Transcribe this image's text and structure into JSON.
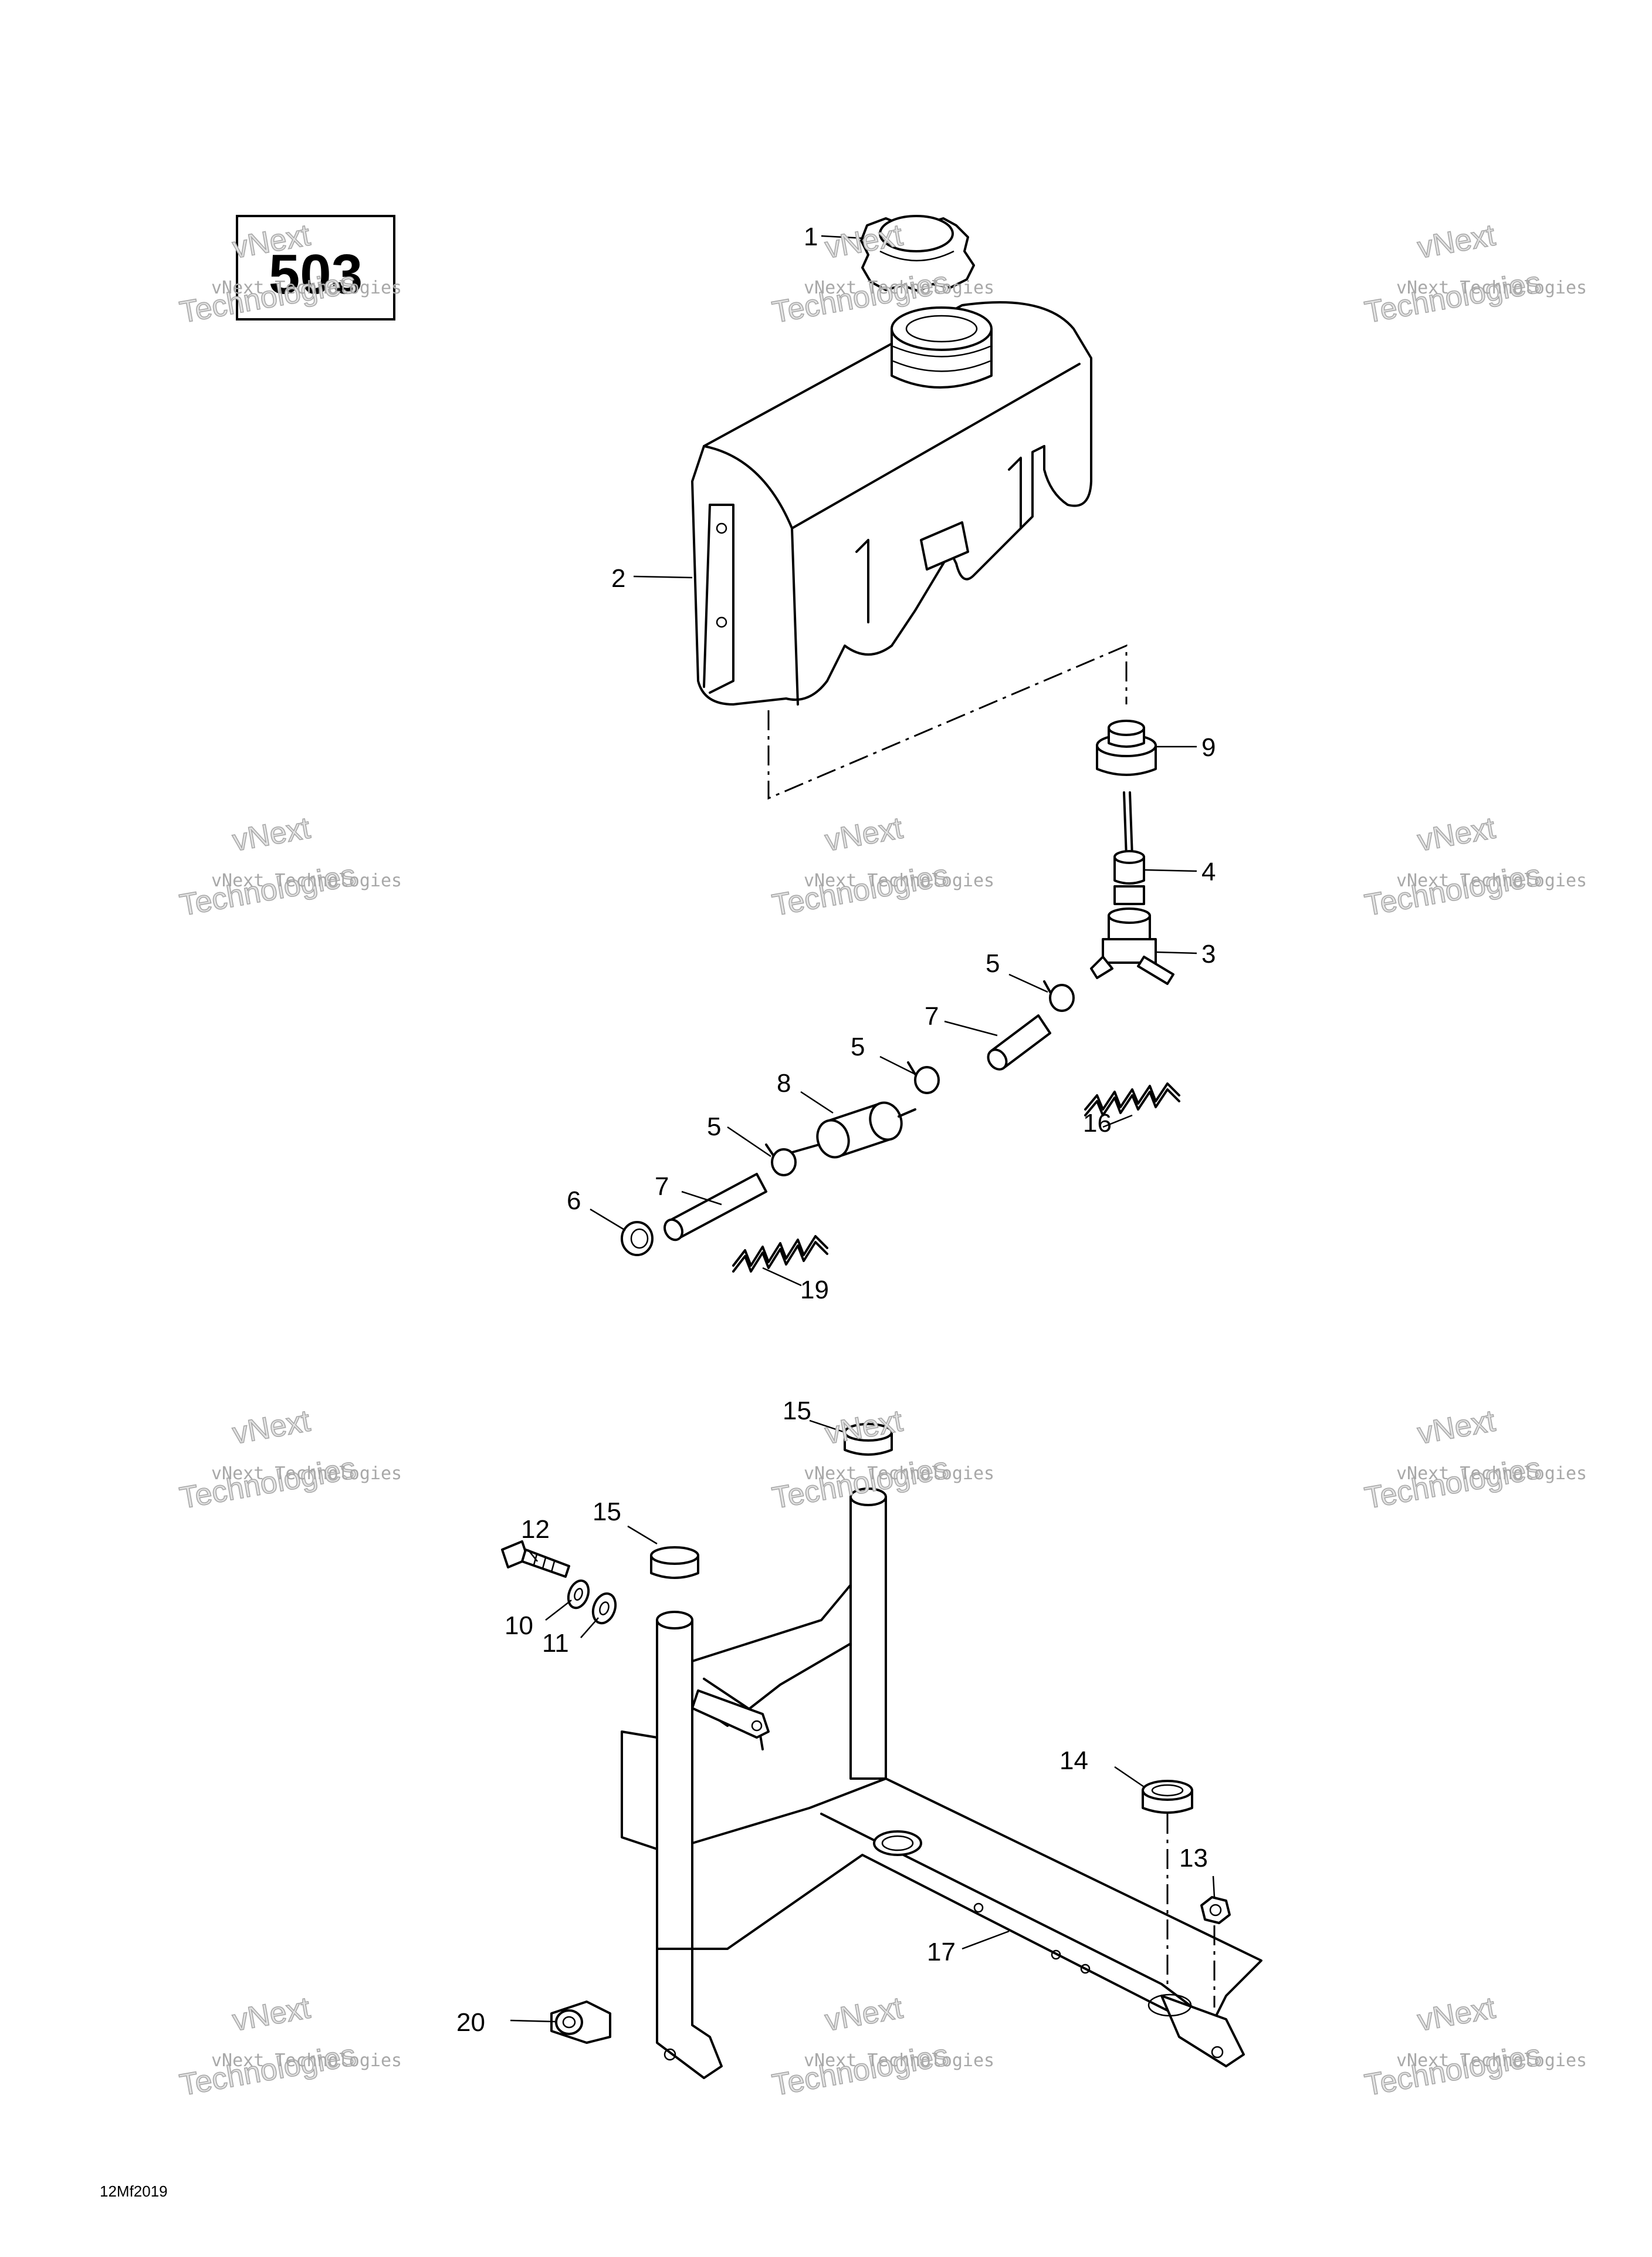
{
  "page_number": "503",
  "figure_code": "12Mf2019",
  "watermark": {
    "line1": "vNext Technologies",
    "line2a": "vNext",
    "line2b": "Technologies"
  },
  "callouts": {
    "c1": "1",
    "c2": "2",
    "c3": "3",
    "c4": "4",
    "c5a": "5",
    "c5b": "5",
    "c5c": "5",
    "c6": "6",
    "c7a": "7",
    "c7b": "7",
    "c8": "8",
    "c9": "9",
    "c10": "10",
    "c11": "11",
    "c12": "12",
    "c13": "13",
    "c14": "14",
    "c15a": "15",
    "c15b": "15",
    "c16": "16",
    "c17": "17",
    "c19": "19",
    "c20": "20"
  }
}
